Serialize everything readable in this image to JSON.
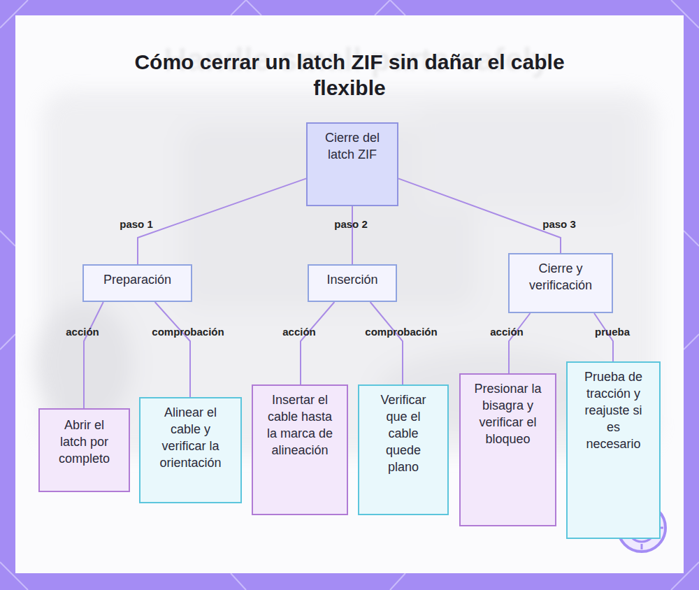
{
  "diagram": {
    "title": "Cómo cerrar un latch ZIF sin dañar el cable flexible",
    "nodes": [
      {
        "text": [
          "Cierre del latch ZIF"
        ]
      },
      {
        "text": [
          "Preparación"
        ]
      },
      {
        "text": [
          "Inserción"
        ]
      },
      {
        "text": [
          "Cierre y verificación"
        ]
      },
      {
        "text": [
          "Abrir el latch por completo"
        ]
      },
      {
        "text": [
          "Alinear el cable y verificar la orientación"
        ]
      },
      {
        "text": [
          "Insertar el cable hasta la marca de alineación"
        ]
      },
      {
        "text": [
          "Verificar que el cable quede plano"
        ]
      },
      {
        "text": [
          "Presionar la bisagra y verificar el bloqueo"
        ]
      },
      {
        "text": [
          "Prueba de tracción y reajuste si es necesario"
        ]
      }
    ],
    "edges": [
      {
        "from": 0,
        "to": 1,
        "label": "paso 1",
        "arrow": "none"
      },
      {
        "from": 0,
        "to": 2,
        "label": "paso 2",
        "arrow": "none"
      },
      {
        "from": 0,
        "to": 3,
        "label": "paso 3",
        "arrow": "none"
      },
      {
        "from": 1,
        "to": 4,
        "label": "acción",
        "arrow": "none"
      },
      {
        "from": 1,
        "to": 5,
        "label": "comprobación",
        "arrow": "none"
      },
      {
        "from": 2,
        "to": 6,
        "label": "acción",
        "arrow": "none"
      },
      {
        "from": 2,
        "to": 7,
        "label": "comprobación",
        "arrow": "none"
      },
      {
        "from": 3,
        "to": 8,
        "label": "acción",
        "arrow": "none"
      },
      {
        "from": 3,
        "to": 9,
        "label": "prueba",
        "arrow": "none"
      }
    ],
    "labels": [
      "Handle small parts safely"
    ]
  }
}
